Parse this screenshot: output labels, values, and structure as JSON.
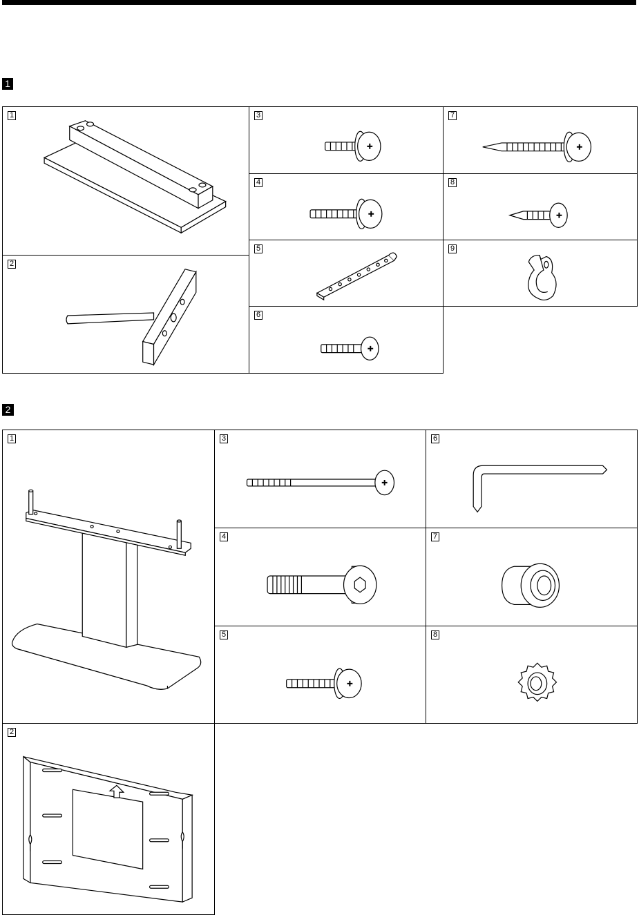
{
  "section1": {
    "marker": "1",
    "items": {
      "p1": "1",
      "p2": "2",
      "p3": "3",
      "p4": "4",
      "p5": "5",
      "p6": "6",
      "p7": "7",
      "p8": "8",
      "p9": "9"
    }
  },
  "section2": {
    "marker": "2",
    "items": {
      "p1": "1",
      "p2": "2",
      "p3": "3",
      "p4": "4",
      "p5": "5",
      "p6": "6",
      "p7": "7",
      "p8": "8"
    }
  }
}
